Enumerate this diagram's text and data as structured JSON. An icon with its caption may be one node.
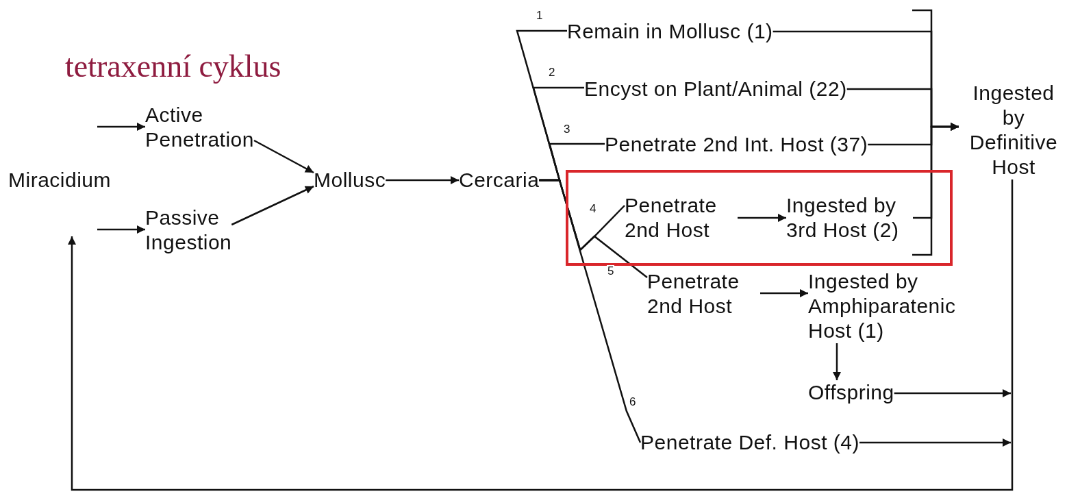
{
  "diagram": {
    "title": "tetraxenní cyklus",
    "nodes": [
      {
        "text": [
          "Miracidium"
        ]
      },
      {
        "text": [
          "Active Penetration"
        ]
      },
      {
        "text": [
          "Passive Ingestion"
        ]
      },
      {
        "text": [
          "Mollusc"
        ]
      },
      {
        "text": [
          "Cercaria"
        ]
      },
      {
        "text": [
          "Remain in Mollusc (1)"
        ]
      },
      {
        "text": [
          "Encyst on Plant/Animal (22)"
        ]
      },
      {
        "text": [
          "Penetrate 2nd Int. Host (37)"
        ]
      },
      {
        "text": [],
        "shape": "box"
      },
      {
        "text": [
          "Penetrate 2nd Host"
        ],
        "in": 8
      },
      {
        "text": [
          "Ingested by 3rd Host (2)"
        ],
        "in": 8
      },
      {
        "text": [
          "Penetrate 2nd Host"
        ]
      },
      {
        "text": [
          "Ingested by Amphiparatenic Host (1)"
        ]
      },
      {
        "text": [
          "Offspring"
        ]
      },
      {
        "text": [
          "Penetrate Def. Host (4)"
        ]
      },
      {
        "text": [
          "Ingested by Definitive Host"
        ]
      }
    ],
    "edges": [
      {
        "from": null,
        "to": 1,
        "arrow": "to"
      },
      {
        "from": null,
        "to": 2,
        "arrow": "to"
      },
      {
        "from": 1,
        "to": 3,
        "arrow": "to"
      },
      {
        "from": 2,
        "to": 3,
        "arrow": "to"
      },
      {
        "from": 3,
        "to": 4,
        "arrow": "to"
      },
      {
        "from": 4,
        "to": 5,
        "label": "1",
        "arrow": "none"
      },
      {
        "from": 4,
        "to": 6,
        "label": "2",
        "arrow": "none"
      },
      {
        "from": 4,
        "to": 7,
        "label": "3",
        "arrow": "none"
      },
      {
        "from": 4,
        "to": 9,
        "label": "4",
        "arrow": "none"
      },
      {
        "from": 4,
        "to": 11,
        "label": "5",
        "arrow": "none"
      },
      {
        "from": 4,
        "to": 14,
        "label": "6",
        "arrow": "none"
      },
      {
        "from": 9,
        "to": 10,
        "arrow": "to"
      },
      {
        "from": 11,
        "to": 12,
        "arrow": "to"
      },
      {
        "from": 12,
        "to": 13,
        "arrow": "to"
      },
      {
        "from": 13,
        "to": null,
        "arrow": "to"
      },
      {
        "from": 14,
        "to": null,
        "arrow": "to"
      },
      {
        "from": 5,
        "to": 15,
        "arrow": "to"
      },
      {
        "from": 6,
        "to": 15,
        "arrow": "to"
      },
      {
        "from": 7,
        "to": 15,
        "arrow": "to"
      },
      {
        "from": 10,
        "to": 15,
        "arrow": "to"
      },
      {
        "from": 15,
        "to": 0,
        "arrow": "to"
      }
    ]
  }
}
